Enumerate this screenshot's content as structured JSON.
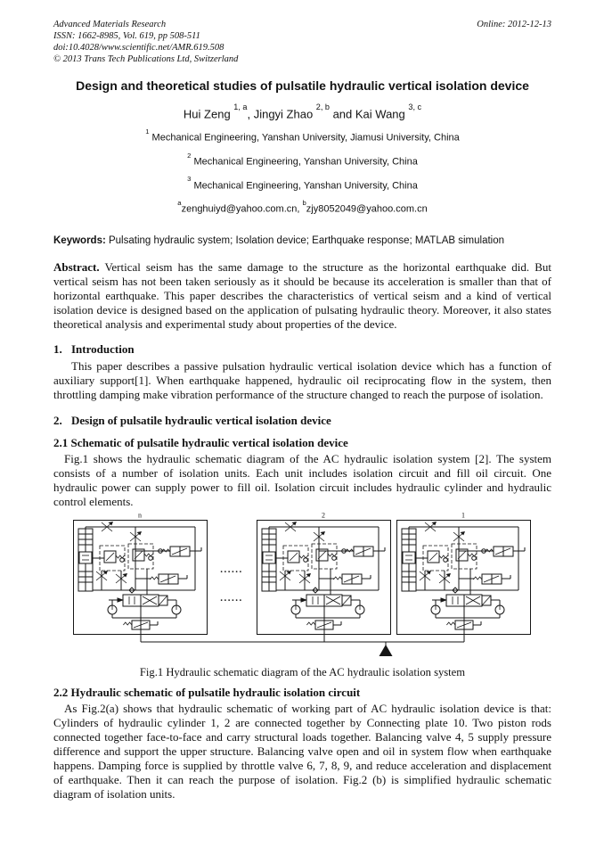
{
  "header": {
    "journal": "Advanced Materials Research",
    "issn_line": "ISSN: 1662-8985, Vol. 619, pp 508-511",
    "doi_line": "doi:10.4028/www.scientific.net/AMR.619.508",
    "copyright_line": "© 2013 Trans Tech Publications Ltd, Switzerland",
    "online_date": "Online: 2012-12-13"
  },
  "title": "Design and theoretical studies of pulsatile hydraulic vertical isolation device",
  "authors": {
    "a1": "Hui Zeng ",
    "a1_sup": "1, a",
    "sep1": ", ",
    "a2": "Jingyi Zhao ",
    "a2_sup": "2, b",
    "sep2": " and ",
    "a3": "Kai Wang ",
    "a3_sup": "3, c"
  },
  "affiliations": [
    {
      "sup": "1",
      "text": " Mechanical Engineering, Yanshan University, Jiamusi University, China"
    },
    {
      "sup": "2",
      "text": " Mechanical Engineering, Yanshan University, China"
    },
    {
      "sup": "3",
      "text": " Mechanical Engineering, Yanshan University, China"
    }
  ],
  "emails": {
    "a_sup": "a",
    "a_text": "zenghuiyd@yahoo.com.cn, ",
    "b_sup": "b",
    "b_text": "zjy8052049@yahoo.com.cn"
  },
  "keywords": {
    "label": "Keywords:",
    "text": " Pulsating hydraulic system; Isolation device; Earthquake response; MATLAB simulation"
  },
  "abstract": {
    "label": "Abstract.",
    "text": " Vertical seism has the same damage to the structure as the horizontal earthquake did. But vertical seism has not been taken seriously as it should be because its acceleration is smaller than that of horizontal earthquake. This paper describes the characteristics of vertical seism and a kind of vertical isolation device is designed based on the application of pulsating hydraulic theory. Moreover, it also states theoretical analysis and experimental study about properties of the device."
  },
  "sections": {
    "s1": {
      "number": "1.",
      "title": "Introduction",
      "body": "This paper describes a passive pulsation hydraulic vertical isolation device which has a function of auxiliary support[1]. When earthquake happened, hydraulic oil reciprocating flow in the system, then throttling damping make vibration performance of the structure changed to reach the purpose of isolation."
    },
    "s2": {
      "number": "2.",
      "title": "Design of pulsatile hydraulic vertical isolation device"
    },
    "s21": {
      "title": "2.1 Schematic of pulsatile hydraulic vertical isolation device",
      "body": "Fig.1 shows the hydraulic schematic diagram of the AC hydraulic isolation system [2]. The system consists of a number of isolation units. Each unit includes isolation circuit and fill oil circuit. One hydraulic power can supply power to fill oil. Isolation circuit includes hydraulic cylinder and hydraulic control elements."
    },
    "s22": {
      "title": "2.2 Hydraulic schematic of pulsatile hydraulic isolation circuit",
      "body": "As Fig.2(a) shows that hydraulic schematic of working part of AC hydraulic isolation device is that: Cylinders of hydraulic cylinder 1, 2 are connected together by Connecting plate 10. Two piston rods connected together face-to-face and carry structural loads together. Balancing valve 4, 5 supply pressure difference and support the upper structure. Balancing valve open and oil in system flow when earthquake happens. Damping force is supplied by throttle valve 6, 7, 8, 9, and reduce acceleration and displacement of earthquake. Then it can reach the purpose of isolation. Fig.2 (b) is simplified hydraulic schematic diagram of isolation units."
    }
  },
  "figure1": {
    "caption": "Fig.1 Hydraulic schematic diagram of the AC hydraulic isolation system",
    "unit_labels": [
      "n",
      "2",
      "1"
    ],
    "dots": "......",
    "line_color": "#161616"
  }
}
